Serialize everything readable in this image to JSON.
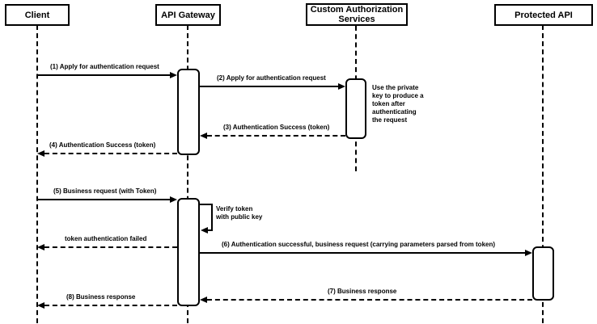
{
  "diagram": {
    "type": "sequence-diagram",
    "colors": {
      "line": "#000000",
      "background": "#ffffff",
      "box_fill": "#ffffff",
      "text": "#000000"
    },
    "actors": [
      {
        "label": "Client"
      },
      {
        "label": "API Gateway"
      },
      {
        "label": "Custom Authorization Services"
      },
      {
        "label": "Protected API"
      }
    ],
    "messages": [
      {
        "label": "(1) Apply for authentication request",
        "from": "Client",
        "to": "API Gateway",
        "style": "solid"
      },
      {
        "label": "(2) Apply for authentication request",
        "from": "API Gateway",
        "to": "Custom Authorization Services",
        "style": "solid"
      },
      {
        "label": "(3) Authentication Success (token)",
        "from": "Custom Authorization Services",
        "to": "API Gateway",
        "style": "dashed"
      },
      {
        "label": "(4) Authentication Success (token)",
        "from": "API Gateway",
        "to": "Client",
        "style": "dashed"
      },
      {
        "label": "(5) Business request (with Token)",
        "from": "Client",
        "to": "API Gateway",
        "style": "solid"
      },
      {
        "label": "Verify token\nwith public key",
        "from": "API Gateway",
        "to": "API Gateway",
        "style": "self"
      },
      {
        "label": "token authentication failed",
        "from": "API Gateway",
        "to": "Client",
        "style": "dashed"
      },
      {
        "label": "(6) Authentication successful, business request (carrying parameters parsed from token)",
        "from": "API Gateway",
        "to": "Protected API",
        "style": "solid"
      },
      {
        "label": "(7) Business response",
        "from": "Protected API",
        "to": "API Gateway",
        "style": "dashed"
      },
      {
        "label": "(8) Business response",
        "from": "API Gateway",
        "to": "Client",
        "style": "dashed"
      }
    ],
    "note": {
      "text": "Use the private\nkey to produce a\ntoken after\nauthenticating\nthe request",
      "attached_to": "Custom Authorization Services"
    }
  }
}
